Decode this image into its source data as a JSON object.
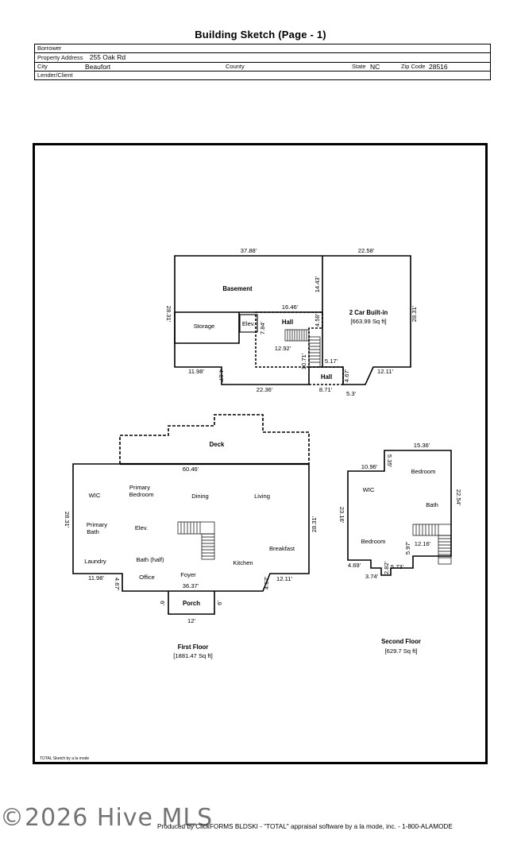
{
  "page": {
    "title": "Building Sketch (Page - 1)"
  },
  "info": {
    "borrower_label": "Borrower",
    "address_label": "Property Address",
    "address": "255 Oak Rd",
    "city_label": "City",
    "city": "Beaufort",
    "county_label": "County",
    "state_label": "State",
    "state": "NC",
    "zip_label": "Zip Code",
    "zip": "28516",
    "lender_label": "Lender/Client"
  },
  "basement": {
    "room_basement": "Basement",
    "room_storage": "Storage",
    "room_elev": "Elev.",
    "room_hall": "Hall",
    "room_hall2": "Hall",
    "garage_name": "2 Car Built-in",
    "garage_area": "[663.99 Sq ft]",
    "dims": {
      "top_left": "37.88'",
      "top_right": "22.58'",
      "left": "28.31'",
      "right": "28.31'",
      "inner_vert": "14.43'",
      "hall_top": "16.46'",
      "elev": "7.84'",
      "hall_side": "4.58'",
      "hall_bottom": "12.92'",
      "stair": "10.71'",
      "hall2": "5.17'",
      "bottom_left": "11.98'",
      "step_left": "4.67'",
      "bottom_mid": "22.36'",
      "hall2_bottom": "8.71'",
      "step_right": "4.67'",
      "bottom_right": "12.11'",
      "under": "5.3'"
    }
  },
  "first_floor": {
    "deck": "Deck",
    "porch": "Porch",
    "rooms": {
      "wic": "WIC",
      "primary_bedroom_1": "Primary",
      "primary_bedroom_2": "Bedroom",
      "dining": "Dining",
      "living": "Living",
      "primary_bath_1": "Primary",
      "primary_bath_2": "Bath",
      "elev": "Elev.",
      "breakfast": "Breakfast",
      "laundry": "Laundry",
      "bath_half": "Bath (half)",
      "foyer": "Foyer",
      "kitchen": "Kitchen",
      "office": "Office"
    },
    "dims": {
      "top": "60.46'",
      "left": "28.31'",
      "right": "28.31'",
      "bottom_left": "11.98'",
      "step_left": "4.67'",
      "bottom_mid": "36.37'",
      "step_right": "4.67'",
      "bottom_right": "12.11'",
      "porch_left": "6'",
      "porch_right": "6'",
      "porch_bottom": "12'"
    },
    "label": "First Floor",
    "area": "[1881.47 Sq ft]"
  },
  "second_floor": {
    "rooms": {
      "bedroom_1": "Bedroom",
      "wic": "WIC",
      "bath": "Bath",
      "bedroom_2": "Bedroom"
    },
    "dims": {
      "top": "15.36'",
      "left_top": "10.96'",
      "notch": "5.35'",
      "right": "22.54'",
      "left": "23.16'",
      "stair": "12.16'",
      "step": "5.97'",
      "b1": "4.69'",
      "b2": "3.74'",
      "b3": "2.82'",
      "b4": "5.73'"
    },
    "label": "Second Floor",
    "area": "[629.7 Sq ft]"
  },
  "credit": "TOTAL Sketch by a la mode",
  "footer": "Produced by ClickFORMS BLDSKI - \"TOTAL\" appraisal software by a la mode, inc. - 1-800-ALAMODE",
  "watermark": "©2026 Hive MLS"
}
